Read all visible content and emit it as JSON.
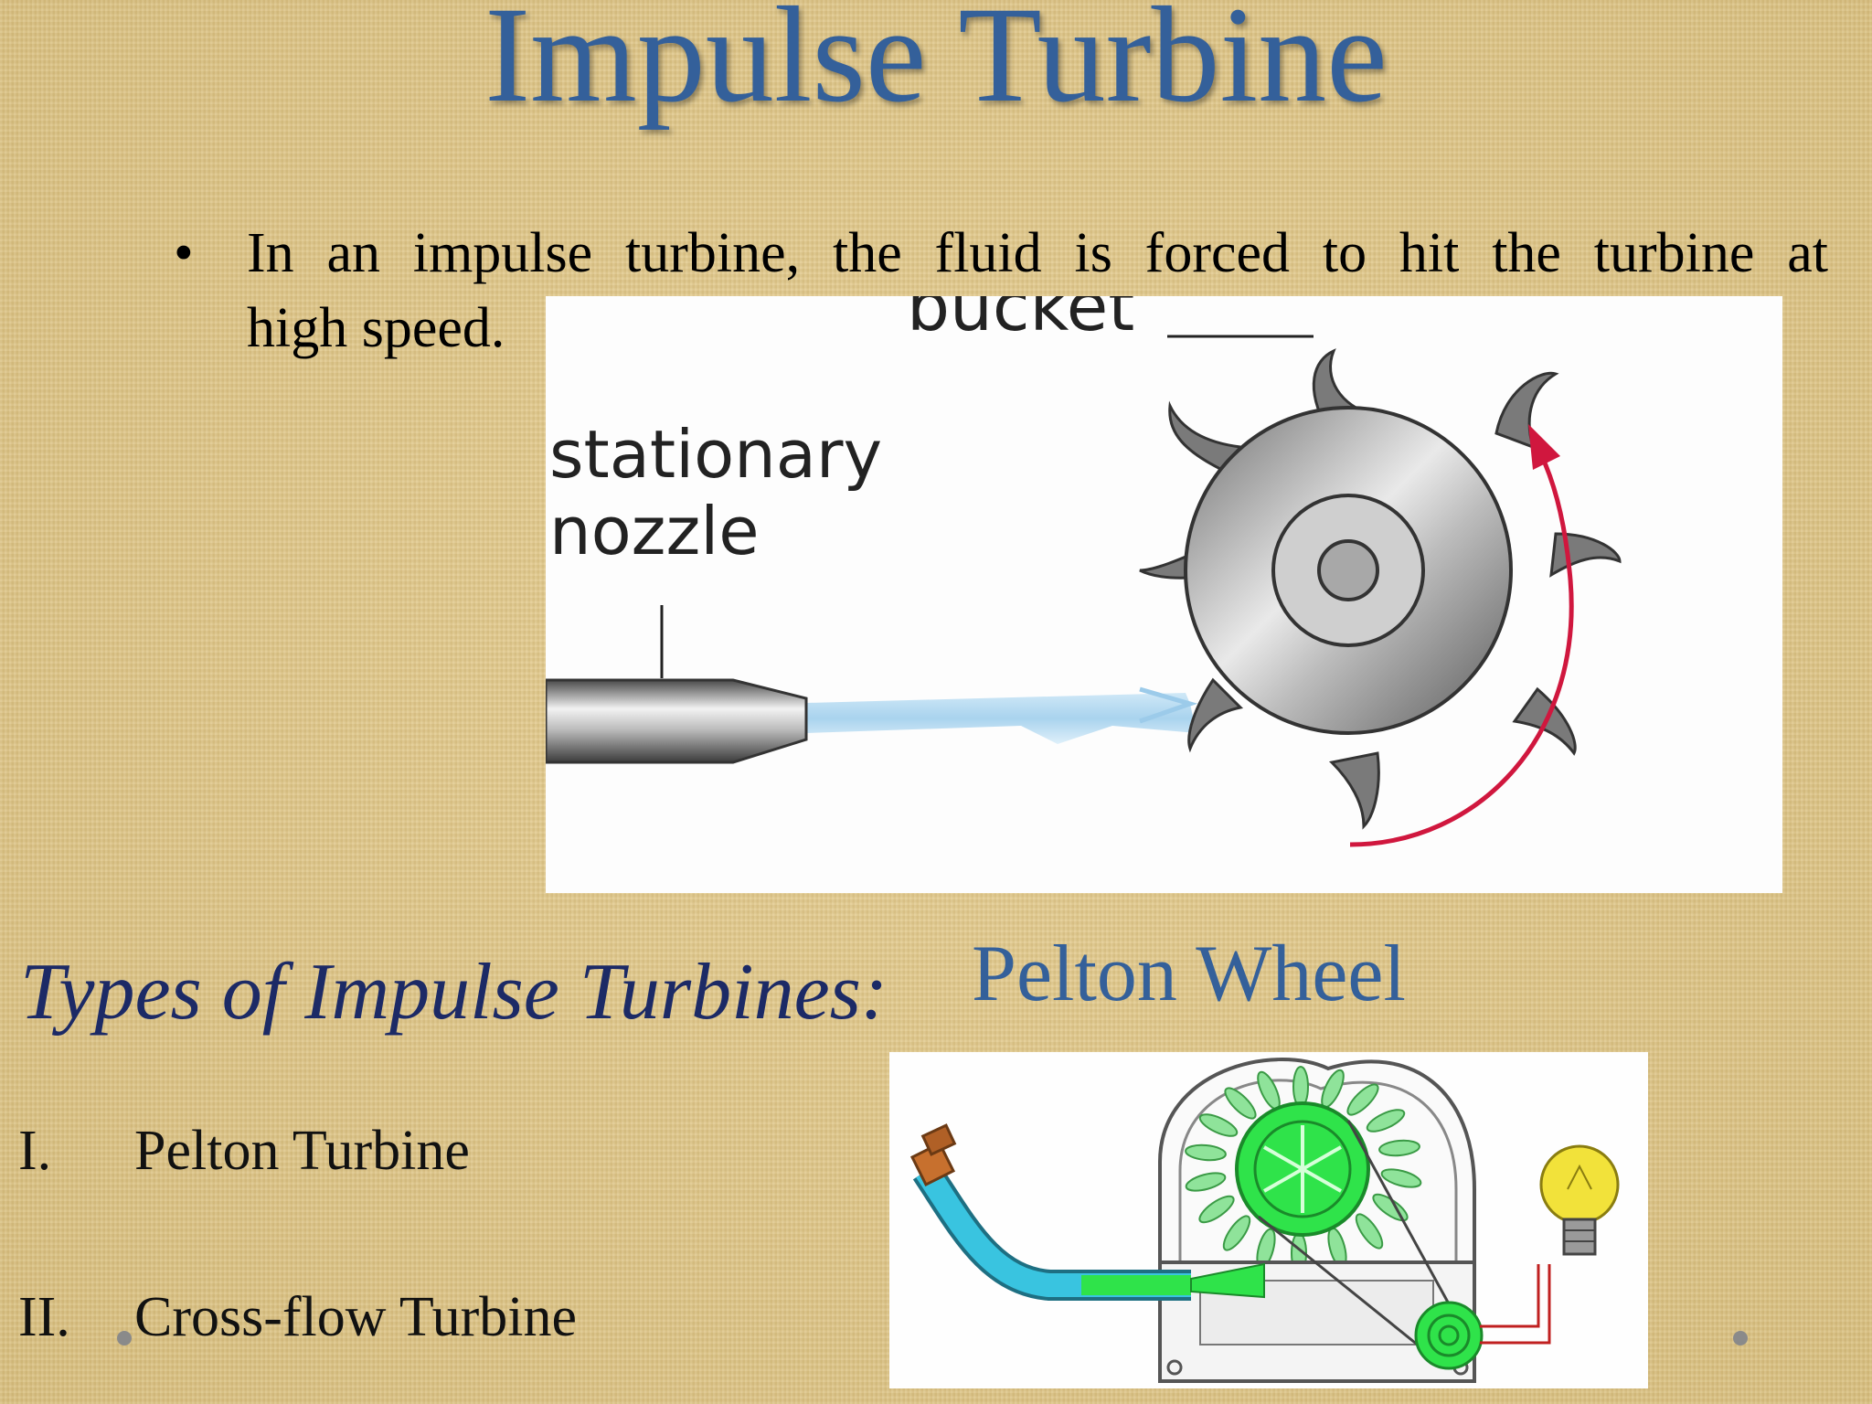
{
  "slide": {
    "title": "Impulse Turbine",
    "bullet": {
      "symbol": "•",
      "line1": "In an impulse turbine, the fluid is forced to hit the turbine at",
      "line2": "high speed."
    },
    "figure1": {
      "labels": {
        "bucket": "bucket",
        "nozzle_line1": "stationary",
        "nozzle_line2": "nozzle"
      },
      "colors": {
        "arrow": "#d0173e",
        "jet": "#bfe0f3",
        "wheel": "#9a9a9a"
      }
    },
    "types_heading": "Types of Impulse Turbines:",
    "pelton_heading": "Pelton Wheel",
    "list": [
      {
        "num": "I.",
        "label": "Pelton Turbine"
      },
      {
        "num": "II.",
        "label": "Cross-flow Turbine"
      }
    ],
    "figure2": {
      "colors": {
        "pipe": "#39c4e0",
        "runner": "#2fe34a",
        "bulb": "#f2e23a",
        "casing": "#555555"
      }
    }
  }
}
